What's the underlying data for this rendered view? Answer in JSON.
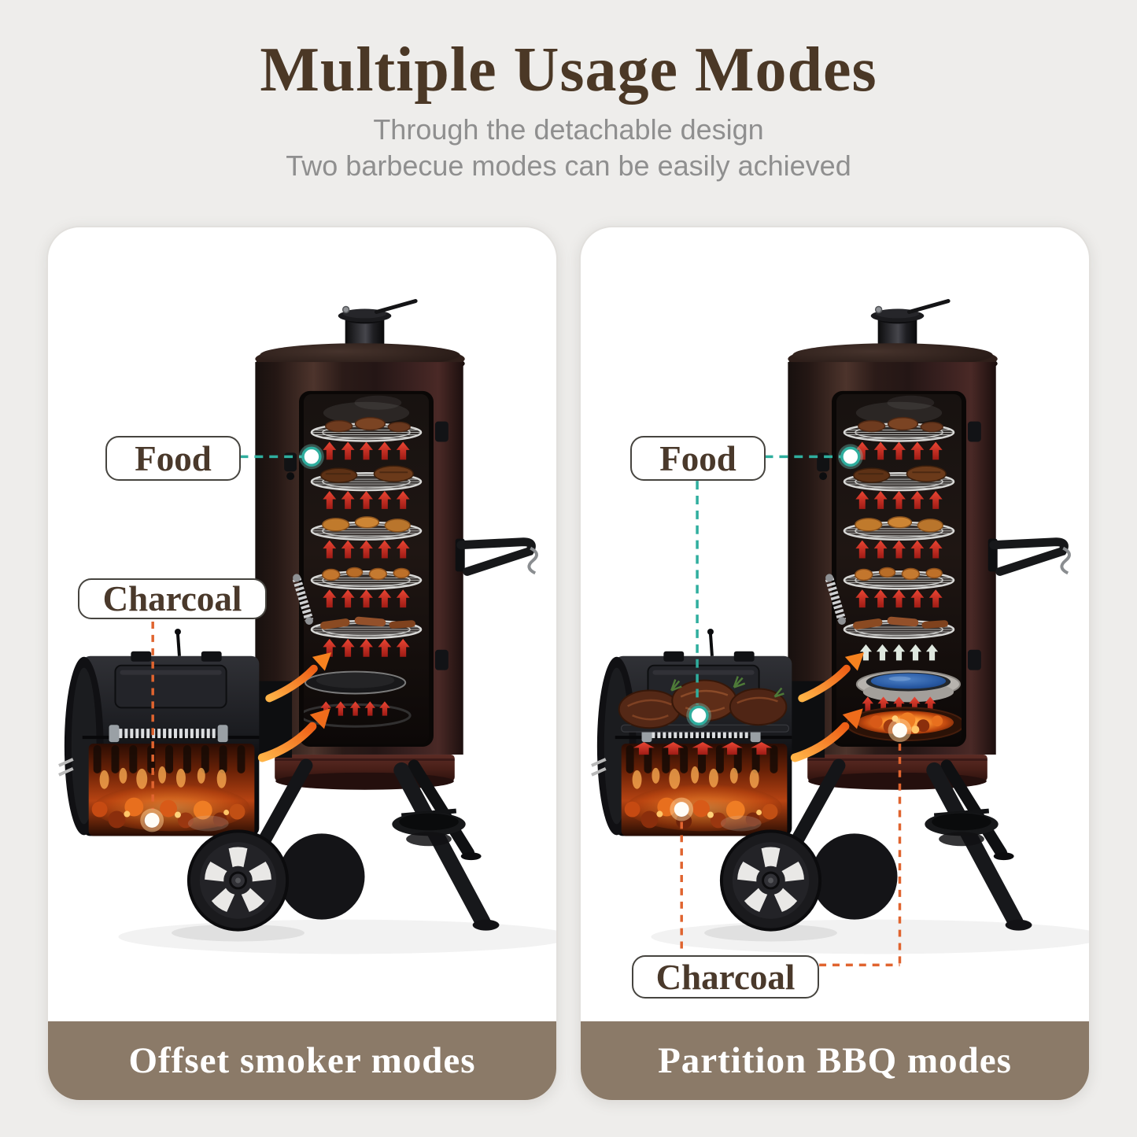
{
  "header": {
    "title": "Multiple Usage Modes",
    "subtitle_lines": [
      "Through the detachable design",
      "Two barbecue modes can be easily achieved"
    ]
  },
  "panels": [
    {
      "id": "offset-smoker",
      "caption": "Offset smoker modes",
      "labels": {
        "food": "Food",
        "charcoal": "Charcoal"
      }
    },
    {
      "id": "partition-bbq",
      "caption": "Partition BBQ modes",
      "labels": {
        "food": "Food",
        "charcoal": "Charcoal"
      }
    }
  ],
  "icons": {
    "food_marker": "teal-ring-dot",
    "charcoal_marker": "white-glow-dot",
    "heat_arrow": "red-up-arrow",
    "steam_arrow": "pale-up-arrow",
    "airflow_arrow": "orange-curved-arrow"
  },
  "colors": {
    "background": "#eeedeb",
    "panel": "#ffffff",
    "caption_bar": "#8b7a68",
    "title_text": "#4b3826",
    "subtitle_text": "#8f8f8f",
    "label_text": "#4a392b",
    "teal_connector": "#2fae9e",
    "orange_connector": "#e0642f",
    "heat_arrow_red": "#c62a1e",
    "swoosh_orange": "#f57f23",
    "water_blue": "#2a5ba4",
    "smoker_body": "#2b1b18",
    "smoker_base_maroon": "#4f2621"
  }
}
